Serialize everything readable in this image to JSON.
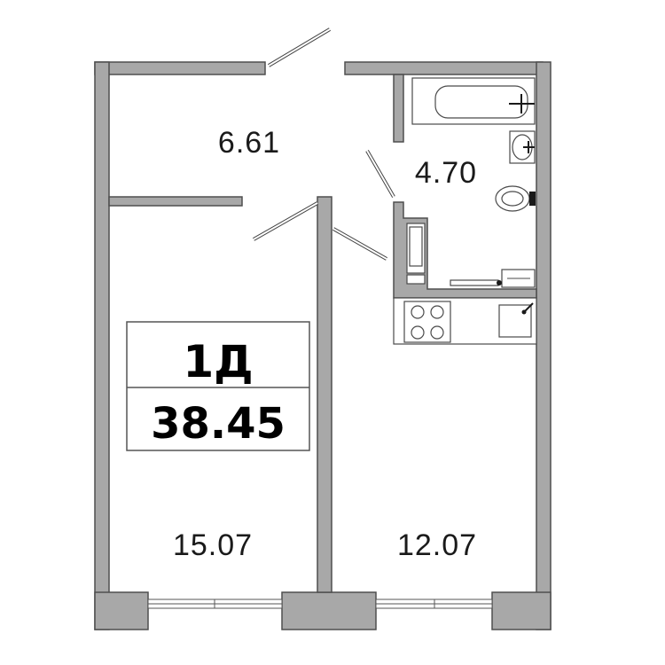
{
  "plan": {
    "rooms": [
      {
        "id": "hallway",
        "area": "6.61"
      },
      {
        "id": "bathroom",
        "area": "4.70"
      },
      {
        "id": "bedroom",
        "area": "15.07"
      },
      {
        "id": "kitchen",
        "area": "12.07"
      }
    ],
    "badge": {
      "code": "1Д",
      "total_area": "38.45"
    }
  },
  "colors": {
    "wall_fill": "#a8a8a8",
    "wall_stroke": "#4f4f4f",
    "text": "#1a1a1a",
    "background": "#ffffff"
  }
}
